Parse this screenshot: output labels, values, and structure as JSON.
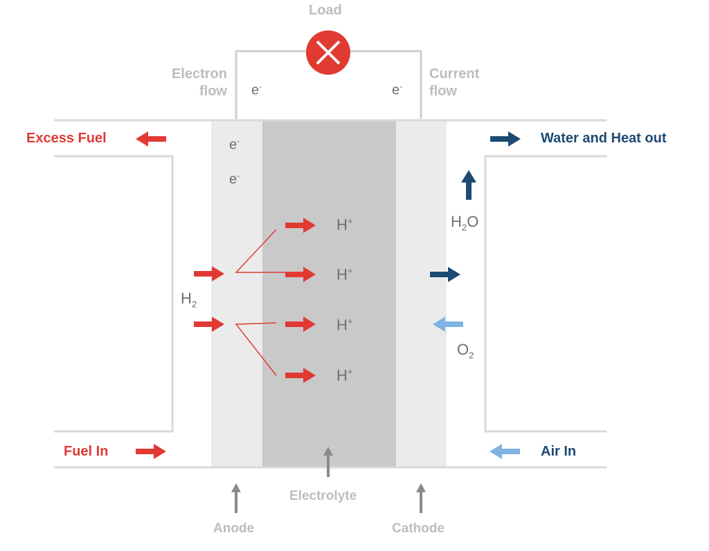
{
  "labels": {
    "load": "Load",
    "electron_flow": [
      "Electron",
      "flow"
    ],
    "current_flow": [
      "Current",
      "flow"
    ],
    "excess_fuel": "Excess Fuel",
    "water_heat_out": "Water and Heat out",
    "fuel_in": "Fuel In",
    "air_in": "Air In",
    "anode": "Anode",
    "electrolyte": "Electrolyte",
    "cathode": "Cathode"
  },
  "species": {
    "electron": "e",
    "electron_charge": "-",
    "proton": "H",
    "proton_charge": "+",
    "hydrogen": "H",
    "hydrogen_sub": "2",
    "water": "H",
    "water_sub": "2",
    "water_o": "O",
    "oxygen": "O",
    "oxygen_sub": "2"
  },
  "colors": {
    "red": "#e03a33",
    "navy": "#1d4a72",
    "light_blue": "#7fb3e3",
    "gray_label": "#bdbdbd",
    "electrode": "#ebebeb",
    "electrolyte": "#c9c9c9",
    "wire": "#cfcfcf"
  }
}
